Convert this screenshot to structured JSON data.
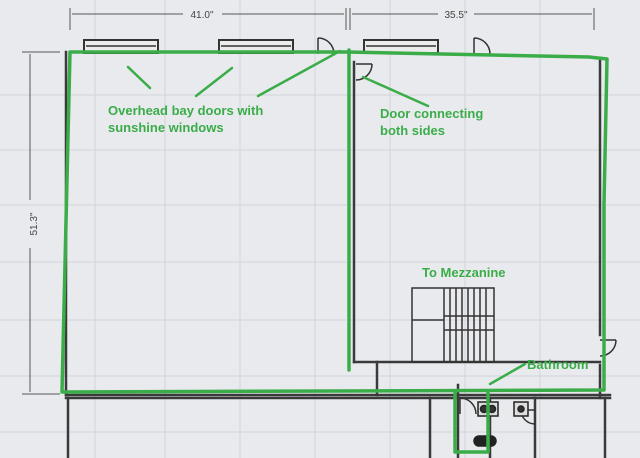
{
  "dimensions": {
    "left_width": "41.0\"",
    "right_width": "35.5\"",
    "height": "51.3\""
  },
  "annotations": {
    "bay_doors": [
      "Overhead bay doors with",
      "sunshine windows"
    ],
    "connecting_door": [
      "Door connecting",
      "both sides"
    ],
    "mezzanine": "To Mezzanine",
    "bathroom": "Bathroom"
  },
  "colors": {
    "highlight": "#3aad49",
    "wall": "#3a3a3a",
    "paper": "#e9eaee",
    "grid": "#c9ccd4"
  }
}
